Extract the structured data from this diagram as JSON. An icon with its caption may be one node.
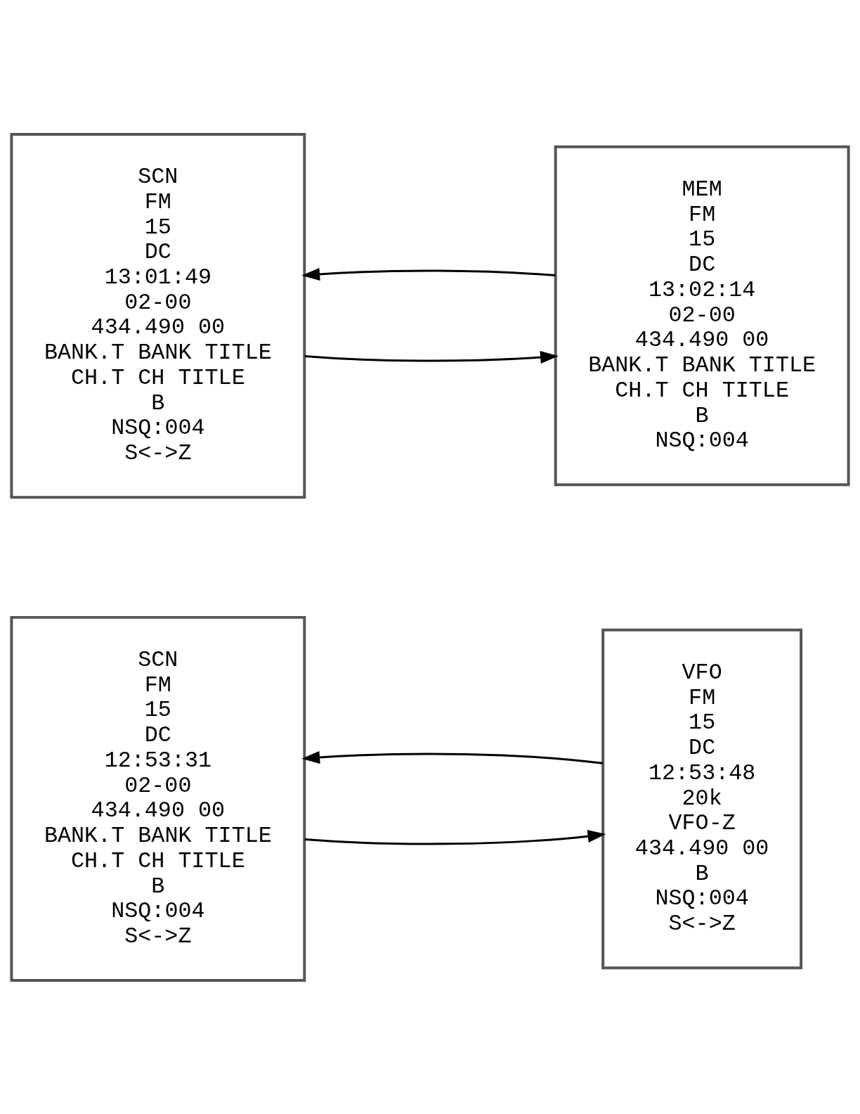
{
  "diagram": {
    "nodes": [
      {
        "text": [
          "SCN",
          "FM",
          "15",
          "DC",
          "12:53:31",
          "02-00",
          "434.490 00",
          "BANK.T BANK TITLE",
          "CH.T CH TITLE",
          "B",
          "NSQ:004",
          "S<->Z"
        ]
      },
      {
        "text": [
          "VFO",
          "FM",
          "15",
          "DC",
          "12:53:48",
          "20k",
          "VFO-Z",
          "434.490 00",
          "B",
          "NSQ:004",
          "S<->Z"
        ]
      },
      {
        "text": [
          "SCN",
          "FM",
          "15",
          "DC",
          "13:01:49",
          "02-00",
          "434.490 00",
          "BANK.T BANK TITLE",
          "CH.T CH TITLE",
          "B",
          "NSQ:004",
          "S<->Z"
        ]
      },
      {
        "text": [
          "MEM",
          "FM",
          "15",
          "DC",
          "13:02:14",
          "02-00",
          "434.490 00",
          "BANK.T BANK TITLE",
          "CH.T CH TITLE",
          "B",
          "NSQ:004"
        ]
      }
    ],
    "edges": [
      {
        "from": 0,
        "to": 1,
        "arrow": "to"
      },
      {
        "from": 1,
        "to": 0,
        "arrow": "to"
      },
      {
        "from": 2,
        "to": 3,
        "arrow": "to"
      },
      {
        "from": 3,
        "to": 2,
        "arrow": "to"
      }
    ]
  }
}
